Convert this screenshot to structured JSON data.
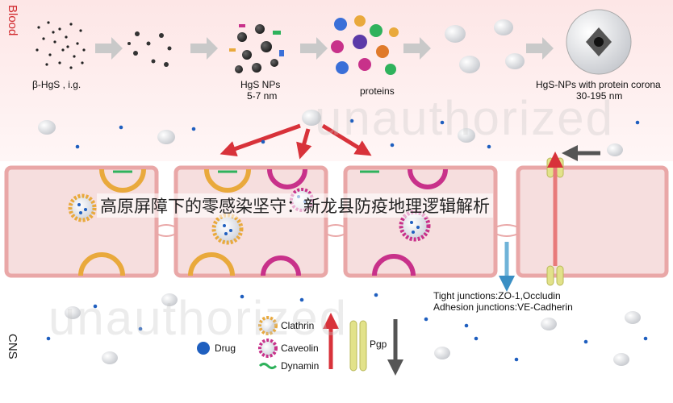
{
  "overlay_title": "高原屏障下的零感染坚守：新龙县防疫地理逻辑解析",
  "regions": {
    "blood": "Blood",
    "cns": "CNS"
  },
  "watermark": "unauthorized",
  "top_labels": {
    "beta_hgs": "β-HgS , i.g.",
    "hgs_nps": "HgS NPs",
    "hgs_nps_size": "5-7 nm",
    "proteins": "proteins",
    "corona": "HgS-NPs with protein corona",
    "corona_size": "30-195 nm"
  },
  "junctions": {
    "tight": "Tight junctions:ZO-1,Occludin",
    "adhesion": "Adhesion junctions:VE-Cadherin"
  },
  "legend": {
    "drug": "Drug",
    "clathrin": "Clathrin",
    "caveolin": "Caveolin",
    "dynamin": "Dynamin",
    "pgp": "Pgp"
  },
  "colors": {
    "blood_bg": "#fde8e8",
    "cell_fill": "#f6dede",
    "cell_border": "#e9a7a7",
    "arrow_red": "#d8323a",
    "arrow_gray": "#c9c9c9",
    "clathrin": "#e9a93c",
    "caveolin": "#c8318a",
    "dynamin": "#2fb25c",
    "drug": "#1f5fbf",
    "pgp": "#e2e28a",
    "tj_arrow": "#6fb3d8"
  }
}
